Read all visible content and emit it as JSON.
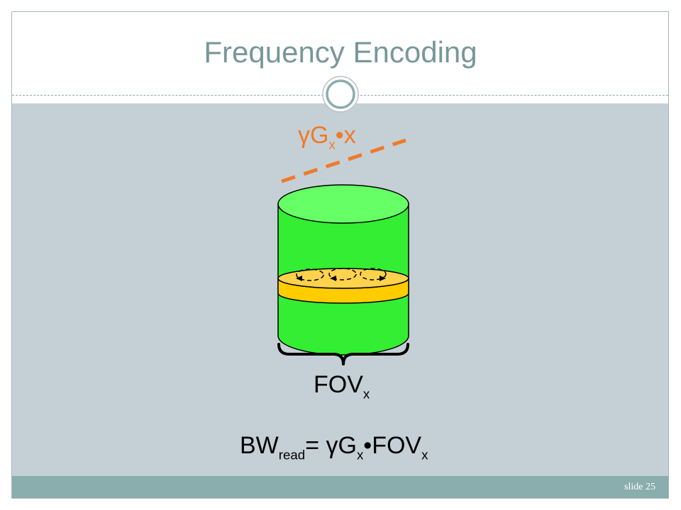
{
  "slide": {
    "title": "Frequency Encoding",
    "slide_number": "slide 25"
  },
  "diagram": {
    "gradient_label": {
      "symbol": "γ",
      "main": "G",
      "sub": "x",
      "rest": "•x"
    },
    "fov_label": {
      "main": "FOV",
      "sub": "x"
    },
    "bandwidth_equation": {
      "lhs_main": "BW",
      "lhs_sub": "read",
      "eq": "= ",
      "symbol": "γ",
      "g_main": "G",
      "g_sub": "x",
      "dot": "•",
      "fov_main": "FOV",
      "fov_sub": "x"
    }
  },
  "colors": {
    "title": "#78979a",
    "panel": "#c5d0d6",
    "footer": "#8aadae",
    "cylinder_side": "#33ee33",
    "cylinder_top": "#66ff66",
    "slice": "#ffcc00",
    "gradient_line": "#ef7a2b"
  }
}
